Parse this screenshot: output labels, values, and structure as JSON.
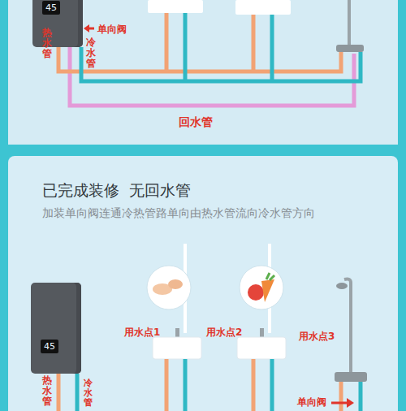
{
  "diagram": {
    "title": "已完成装修  无回水管",
    "nodes": [
      {
        "text": [
          "45"
        ]
      },
      {
        "text": [
          "45"
        ]
      }
    ],
    "labels": [
      "热水管",
      "单向阀",
      "冷水管",
      "回水管",
      "加装单向阀连通冷热管路单向由热水管流向冷水管方向",
      "用水点1",
      "用水点2",
      "用水点3",
      "热水管",
      "单向阀",
      "冷水管"
    ]
  }
}
